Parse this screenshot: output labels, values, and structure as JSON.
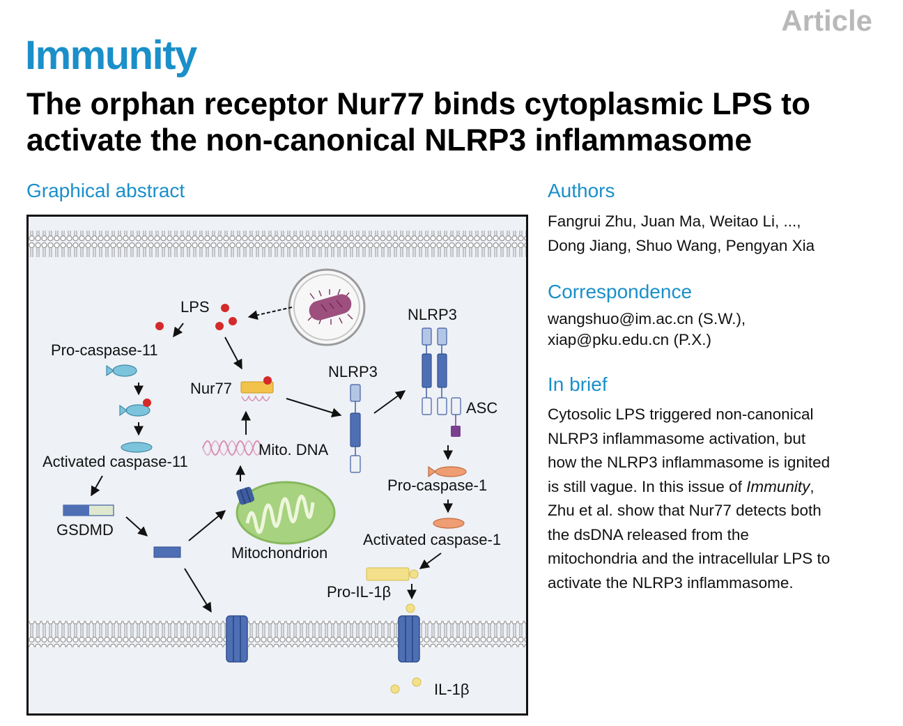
{
  "header": {
    "article_label": "Article",
    "journal": "Immunity"
  },
  "title": "The orphan receptor Nur77 binds cytoplasmic LPS to activate the non-canonical NLRP3 inflammasome",
  "graphical_abstract": {
    "heading": "Graphical abstract",
    "labels": {
      "lps": "LPS",
      "pro_caspase_11": "Pro-caspase-11",
      "activated_caspase_11": "Activated caspase-11",
      "gsdmd": "GSDMD",
      "nur77": "Nur77",
      "mito_dna": "Mito. DNA",
      "mitochondrion": "Mitochondrion",
      "nlrp3_inactive": "NLRP3",
      "nlrp3_active": "NLRP3",
      "asc": "ASC",
      "pro_caspase_1": "Pro-caspase-1",
      "activated_caspase_1": "Activated caspase-1",
      "pro_il_1b": "Pro-IL-1β",
      "il_1b": "IL-1β"
    },
    "colors": {
      "membrane": "#9a9a9a",
      "lps_dot": "#d42a2a",
      "caspase11": "#7cc3dc",
      "nlrp3": "#4f6fb5",
      "nlrp3_light": "#b4c6e6",
      "asc": "#7a3f8f",
      "caspase1": "#ef9d72",
      "il1b": "#f3e08a",
      "mitochondrion": "#a7d27f",
      "nur77": "#f2c24b",
      "bacterium": "#9d4f7e"
    }
  },
  "authors": {
    "heading": "Authors",
    "line1": "Fangrui Zhu, Juan Ma, Weitao Li, ...,",
    "line2": "Dong Jiang, Shuo Wang, Pengyan Xia"
  },
  "correspondence": {
    "heading": "Correspondence",
    "email1": "wangshuo@im.ac.cn (S.W.),",
    "email2": "xiap@pku.edu.cn (P.X.)"
  },
  "in_brief": {
    "heading": "In brief",
    "lines": [
      "Cytosolic LPS triggered non-canonical",
      "NLRP3 inflammasome activation, but",
      "how the NLRP3 inflammasome is ignited",
      "is still vague. In this issue of ",
      "Immunity",
      ",",
      "Zhu et al. show that Nur77 detects both",
      "the dsDNA released from the",
      "mitochondria and the intracellular LPS to",
      "activate the NLRP3 inflammasome."
    ]
  }
}
